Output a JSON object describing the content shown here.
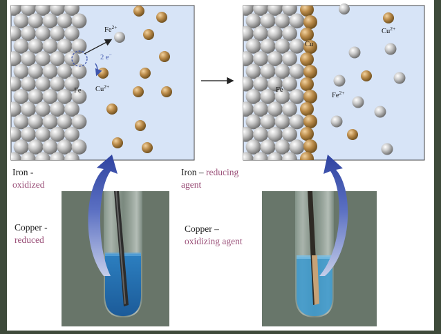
{
  "colors": {
    "frame": "#3e4a3a",
    "slide": "#ffffff",
    "solution_blue": "#d7e4f7",
    "iron_atom": "#b5b5b5",
    "copper_atom": "#b98a49",
    "arrow_blue": "#3f56ad",
    "accent_text": "#9a4f78",
    "photo_background": "#5f6c60"
  },
  "left_panel": {
    "fe2_label": "Fe",
    "fe2_sup": "2+",
    "electron_label": "2 e",
    "electron_sup": "−",
    "cu2_label": "Cu",
    "cu2_sup": "2+",
    "fe_label": "Fe"
  },
  "right_panel": {
    "cu_layer_label": "Cu",
    "fe_label": "Fe",
    "fe2_label": "Fe",
    "fe2_sup": "2+",
    "cu2_label": "Cu",
    "cu2_sup": "2+"
  },
  "labels": {
    "iron_left_line1": "Iron -",
    "iron_left_line2": "oxidized",
    "copper_left_line1": "Copper -",
    "copper_left_line2": "reduced",
    "iron_right_prefix": "Iron – ",
    "iron_right_accent": "reducing",
    "iron_right_line2": "agent",
    "copper_right_line1": "Copper –",
    "copper_right_line2": "oxidizing agent"
  },
  "icons": {
    "process_arrow": "right-arrow-icon",
    "zoom_arrow": "curved-up-arrow-icon"
  }
}
